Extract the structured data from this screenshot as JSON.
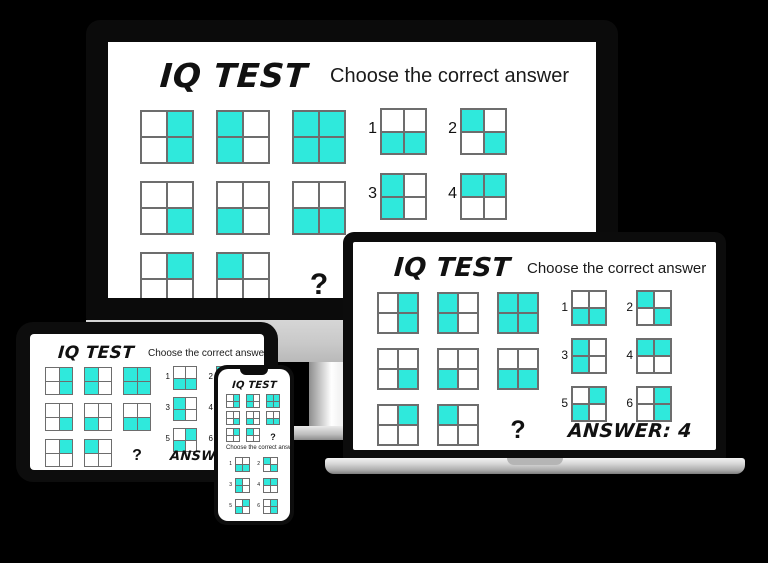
{
  "scene": {
    "background_color": "#000000",
    "accent_color": "#2fe9dc",
    "grid_line_color": "#6d6d6d",
    "page_background": "#ffffff"
  },
  "content": {
    "title": "IQ TEST",
    "subtitle": "Choose the correct answer",
    "question_mark": "?",
    "answer_label": "ANSWER: 4",
    "answer_value": "4"
  },
  "matrix": {
    "rows": 3,
    "cols": 3,
    "cells": [
      {
        "id": "m1",
        "label": "right-column",
        "filled": [
          false,
          true,
          false,
          true
        ]
      },
      {
        "id": "m2",
        "label": "left-column",
        "filled": [
          true,
          false,
          true,
          false
        ]
      },
      {
        "id": "m3",
        "label": "all-filled",
        "filled": [
          true,
          true,
          true,
          true
        ]
      },
      {
        "id": "m4",
        "label": "bottom-right",
        "filled": [
          false,
          false,
          false,
          true
        ]
      },
      {
        "id": "m5",
        "label": "bottom-left",
        "filled": [
          false,
          false,
          true,
          false
        ]
      },
      {
        "id": "m6",
        "label": "bottom-row",
        "filled": [
          false,
          false,
          true,
          true
        ]
      },
      {
        "id": "m7",
        "label": "top-right",
        "filled": [
          false,
          true,
          false,
          false
        ]
      },
      {
        "id": "m8",
        "label": "top-left",
        "filled": [
          true,
          false,
          false,
          false
        ]
      },
      {
        "id": "m9",
        "label": "unknown",
        "filled": null
      }
    ]
  },
  "options": [
    {
      "number": "1",
      "label": "bottom-row",
      "filled": [
        false,
        false,
        true,
        true
      ]
    },
    {
      "number": "2",
      "label": "diagonal-tl-br",
      "filled": [
        true,
        false,
        false,
        true
      ]
    },
    {
      "number": "3",
      "label": "left-column",
      "filled": [
        true,
        false,
        true,
        false
      ]
    },
    {
      "number": "4",
      "label": "top-row",
      "filled": [
        true,
        true,
        false,
        false
      ]
    },
    {
      "number": "5",
      "label": "diagonal-tr-bl",
      "filled": [
        false,
        true,
        true,
        false
      ]
    },
    {
      "number": "6",
      "label": "right-column",
      "filled": [
        false,
        true,
        false,
        true
      ]
    }
  ],
  "devices": [
    {
      "id": "imac",
      "name": "desktop-imac",
      "shows_answer": false
    },
    {
      "id": "laptop",
      "name": "laptop-macbook",
      "shows_answer": true
    },
    {
      "id": "tablet",
      "name": "tablet-ipad",
      "shows_answer": true
    },
    {
      "id": "phone",
      "name": "phone-iphone",
      "shows_answer": false
    }
  ],
  "logo": {
    "apple_glyph": "",
    "name": "apple-logo"
  }
}
